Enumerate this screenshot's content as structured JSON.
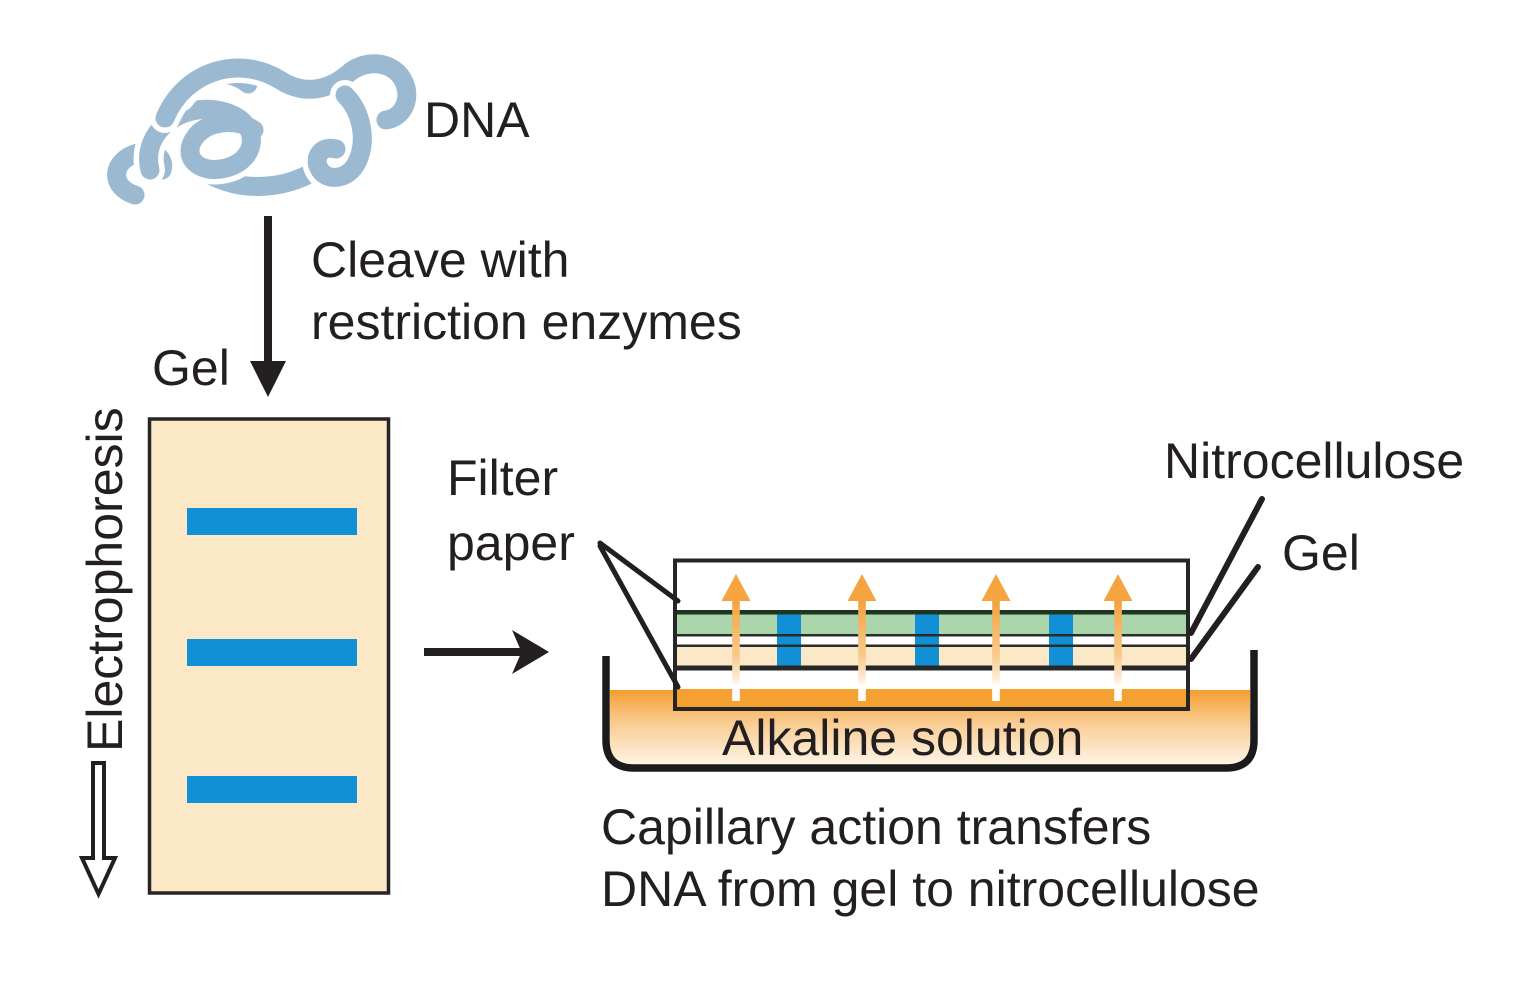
{
  "figure": {
    "labels": {
      "dna": "DNA",
      "cleave_line1": "Cleave with",
      "cleave_line2": "restriction enzymes",
      "gel_top": "Gel",
      "electrophoresis": "Electrophoresis",
      "filter_line1": "Filter",
      "filter_line2": "paper",
      "nitrocellulose": "Nitrocellulose",
      "gel_layer": "Gel",
      "alkaline_solution": "Alkaline solution",
      "caption_line1": "Capillary action transfers",
      "caption_line2": "DNA from gel to nitrocellulose"
    },
    "counts": {
      "gel_bands": 3,
      "blot_dna_bands": 3,
      "capillary_arrows": 4
    },
    "colors": {
      "dna_strand": "#9cb9d2",
      "gel_fill": "#fbe8c6",
      "band_blue": "#1190d5",
      "nitrocellulose_green": "#abd5ab",
      "nitrocellulose_edge": "#1c3620",
      "arrow_orange": "#f5a43f",
      "solution_orange": "#f5a132",
      "line_black": "#231f20"
    }
  }
}
